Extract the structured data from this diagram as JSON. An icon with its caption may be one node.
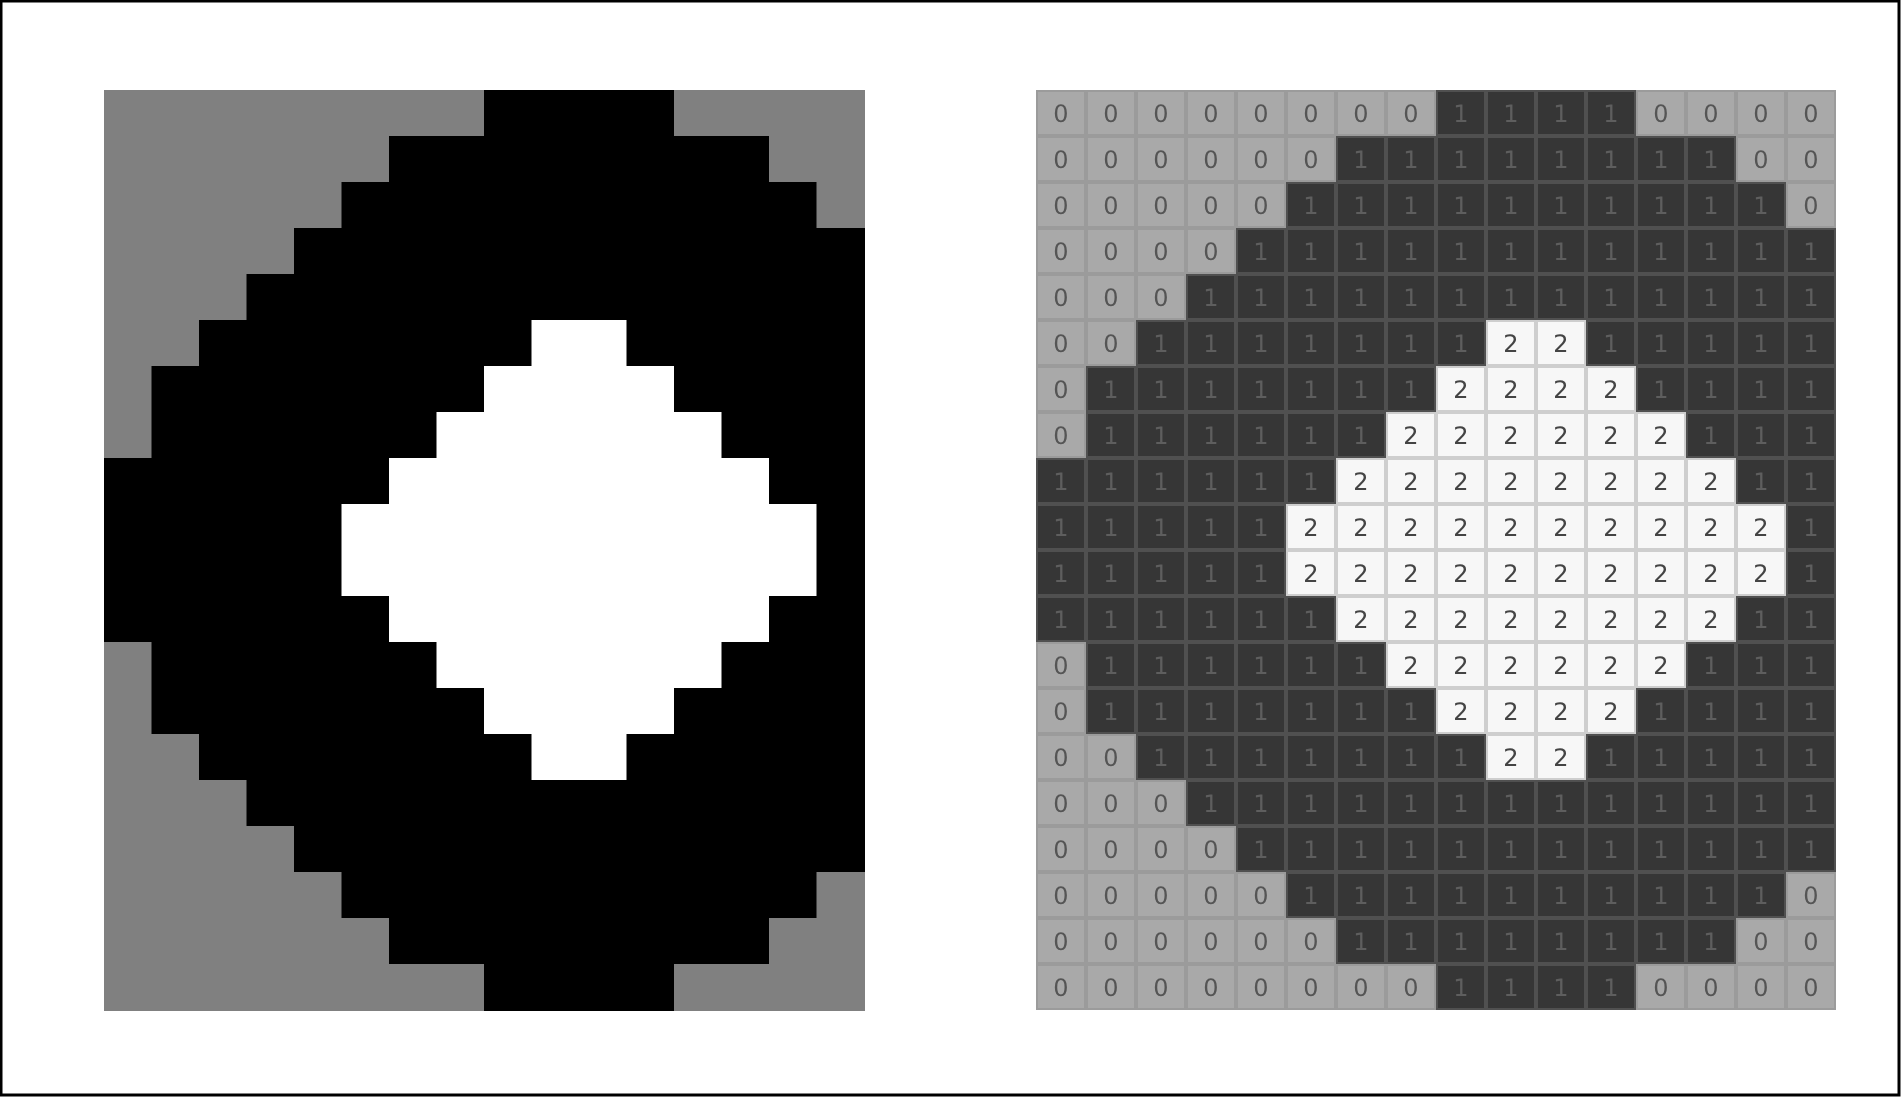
{
  "diagram": {
    "labels": [
      "0",
      "0",
      "0",
      "0",
      "0",
      "0",
      "0",
      "0",
      "1",
      "1",
      "1",
      "1",
      "0",
      "0",
      "0",
      "0",
      "0",
      "0",
      "0",
      "0",
      "0",
      "0",
      "1",
      "1",
      "1",
      "1",
      "1",
      "1",
      "1",
      "1",
      "0",
      "0",
      "0",
      "0",
      "0",
      "0",
      "0",
      "1",
      "1",
      "1",
      "1",
      "1",
      "1",
      "1",
      "1",
      "1",
      "1",
      "0",
      "0",
      "0",
      "0",
      "0",
      "1",
      "1",
      "1",
      "1",
      "1",
      "1",
      "1",
      "1",
      "1",
      "1",
      "1",
      "1",
      "0",
      "0",
      "0",
      "1",
      "1",
      "1",
      "1",
      "1",
      "1",
      "1",
      "1",
      "1",
      "1",
      "1",
      "1",
      "1",
      "0",
      "0",
      "1",
      "1",
      "1",
      "1",
      "1",
      "1",
      "1",
      "2",
      "2",
      "1",
      "1",
      "1",
      "1",
      "1",
      "0",
      "1",
      "1",
      "1",
      "1",
      "1",
      "1",
      "1",
      "2",
      "2",
      "2",
      "2",
      "1",
      "1",
      "1",
      "1",
      "0",
      "1",
      "1",
      "1",
      "1",
      "1",
      "1",
      "2",
      "2",
      "2",
      "2",
      "2",
      "2",
      "1",
      "1",
      "1",
      "1",
      "1",
      "1",
      "1",
      "1",
      "1",
      "2",
      "2",
      "2",
      "2",
      "2",
      "2",
      "2",
      "2",
      "1",
      "1",
      "1",
      "1",
      "1",
      "1",
      "1",
      "2",
      "2",
      "2",
      "2",
      "2",
      "2",
      "2",
      "2",
      "2",
      "2",
      "1",
      "1",
      "1",
      "1",
      "1",
      "1",
      "2",
      "2",
      "2",
      "2",
      "2",
      "2",
      "2",
      "2",
      "2",
      "2",
      "1",
      "1",
      "1",
      "1",
      "1",
      "1",
      "1",
      "2",
      "2",
      "2",
      "2",
      "2",
      "2",
      "2",
      "2",
      "1",
      "1",
      "0",
      "1",
      "1",
      "1",
      "1",
      "1",
      "1",
      "2",
      "2",
      "2",
      "2",
      "2",
      "2",
      "1",
      "1",
      "1",
      "0",
      "1",
      "1",
      "1",
      "1",
      "1",
      "1",
      "1",
      "2",
      "2",
      "2",
      "2",
      "1",
      "1",
      "1",
      "1",
      "0",
      "0",
      "1",
      "1",
      "1",
      "1",
      "1",
      "1",
      "1",
      "2",
      "2",
      "1",
      "1",
      "1",
      "1",
      "1",
      "0",
      "0",
      "0",
      "1",
      "1",
      "1",
      "1",
      "1",
      "1",
      "1",
      "1",
      "1",
      "1",
      "1",
      "1",
      "1",
      "0",
      "0",
      "0",
      "0",
      "1",
      "1",
      "1",
      "1",
      "1",
      "1",
      "1",
      "1",
      "1",
      "1",
      "1",
      "1",
      "0",
      "0",
      "0",
      "0",
      "0",
      "1",
      "1",
      "1",
      "1",
      "1",
      "1",
      "1",
      "1",
      "1",
      "1",
      "0",
      "0",
      "0",
      "0",
      "0",
      "0",
      "0",
      "1",
      "1",
      "1",
      "1",
      "1",
      "1",
      "1",
      "1",
      "0",
      "0",
      "0",
      "0",
      "0",
      "0",
      "0",
      "0",
      "0",
      "0",
      "1",
      "1",
      "1",
      "1",
      "0",
      "0",
      "0",
      "0"
    ]
  }
}
